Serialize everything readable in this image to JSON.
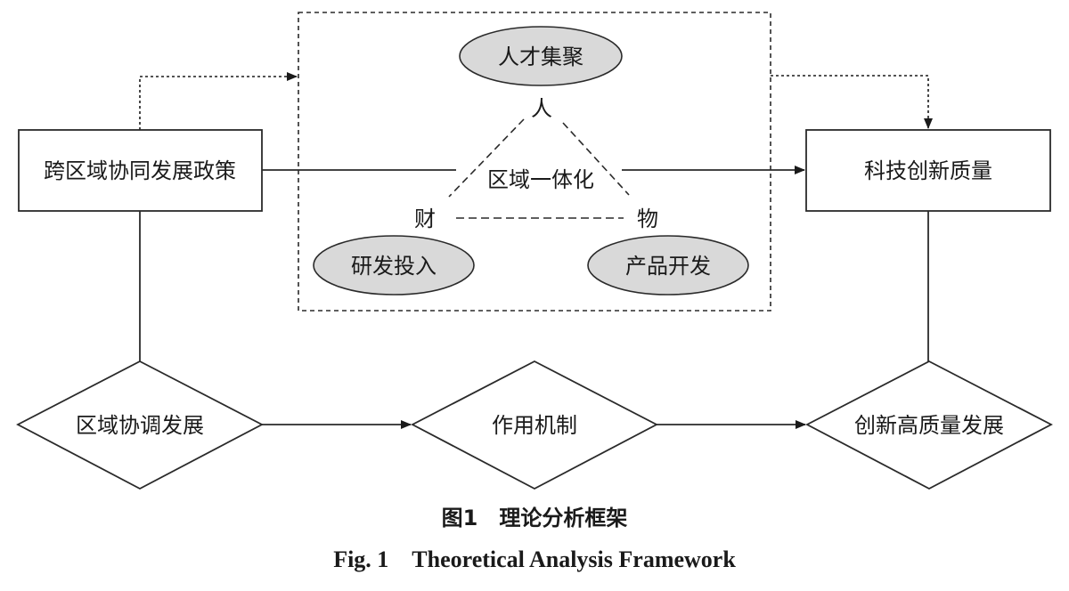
{
  "nodes": {
    "policy_box": "跨区域协同发展政策",
    "quality_box": "科技创新质量",
    "talent_ellipse": "人才集聚",
    "rd_ellipse": "研发投入",
    "product_ellipse": "产品开发",
    "center_label": "区域一体化",
    "people_label": "人",
    "finance_label": "财",
    "material_label": "物",
    "regional_diamond": "区域协调发展",
    "mechanism_diamond": "作用机制",
    "innovation_diamond": "创新高质量发展"
  },
  "colors": {
    "stroke": "#2a2a2a",
    "ellipse_fill": "#d9d9d9",
    "background": "#ffffff"
  },
  "caption": {
    "cn": "图1　理论分析框架",
    "en": "Fig. 1　Theoretical Analysis Framework"
  }
}
